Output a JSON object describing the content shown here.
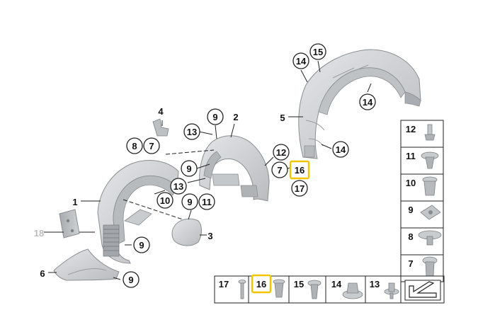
{
  "colors": {
    "part_fill": "#d2d4d6",
    "part_dark": "#9fa3a7",
    "part_edge": "#8a8e92",
    "line": "#222222",
    "highlight": "#f2c500",
    "muted_label": "#bbbbbb",
    "background": "#ffffff"
  },
  "callouts": [
    {
      "id": "c15-top",
      "label": "15",
      "circled": true
    },
    {
      "id": "c14-top",
      "label": "14",
      "circled": true
    },
    {
      "id": "c14-right",
      "label": "14",
      "circled": true
    },
    {
      "id": "c5",
      "label": "5",
      "circled": false
    },
    {
      "id": "c14-mid",
      "label": "14",
      "circled": true
    },
    {
      "id": "c12",
      "label": "12",
      "circled": true
    },
    {
      "id": "c7-mid",
      "label": "7",
      "circled": true
    },
    {
      "id": "c16-mid",
      "label": "16",
      "circled": false,
      "highlighted": true
    },
    {
      "id": "c17-mid",
      "label": "17",
      "circled": true
    },
    {
      "id": "c4",
      "label": "4",
      "circled": false
    },
    {
      "id": "c8",
      "label": "8",
      "circled": true
    },
    {
      "id": "c7-left",
      "label": "7",
      "circled": true
    },
    {
      "id": "c9-top",
      "label": "9",
      "circled": true
    },
    {
      "id": "c2",
      "label": "2",
      "circled": false
    },
    {
      "id": "c13-top",
      "label": "13",
      "circled": true
    },
    {
      "id": "c9-mid",
      "label": "9",
      "circled": true
    },
    {
      "id": "c13-mid",
      "label": "13",
      "circled": true
    },
    {
      "id": "c10",
      "label": "10",
      "circled": true
    },
    {
      "id": "c9-b",
      "label": "9",
      "circled": true
    },
    {
      "id": "c11",
      "label": "11",
      "circled": true
    },
    {
      "id": "c3",
      "label": "3",
      "circled": false
    },
    {
      "id": "c1",
      "label": "1",
      "circled": false
    },
    {
      "id": "c18",
      "label": "18",
      "circled": false,
      "muted": true
    },
    {
      "id": "c9-low",
      "label": "9",
      "circled": true
    },
    {
      "id": "c6",
      "label": "6",
      "circled": false
    },
    {
      "id": "c9-bottom",
      "label": "9",
      "circled": true
    }
  ],
  "fastener_panel_side": [
    "12",
    "11",
    "10",
    "9",
    "8",
    "7"
  ],
  "fastener_panel_bottom": [
    {
      "label": "17",
      "highlighted": false
    },
    {
      "label": "16",
      "highlighted": true
    },
    {
      "label": "15",
      "highlighted": false
    },
    {
      "label": "14",
      "highlighted": false
    },
    {
      "label": "13",
      "highlighted": false
    }
  ],
  "icons": [
    "arrow-corner-icon"
  ]
}
